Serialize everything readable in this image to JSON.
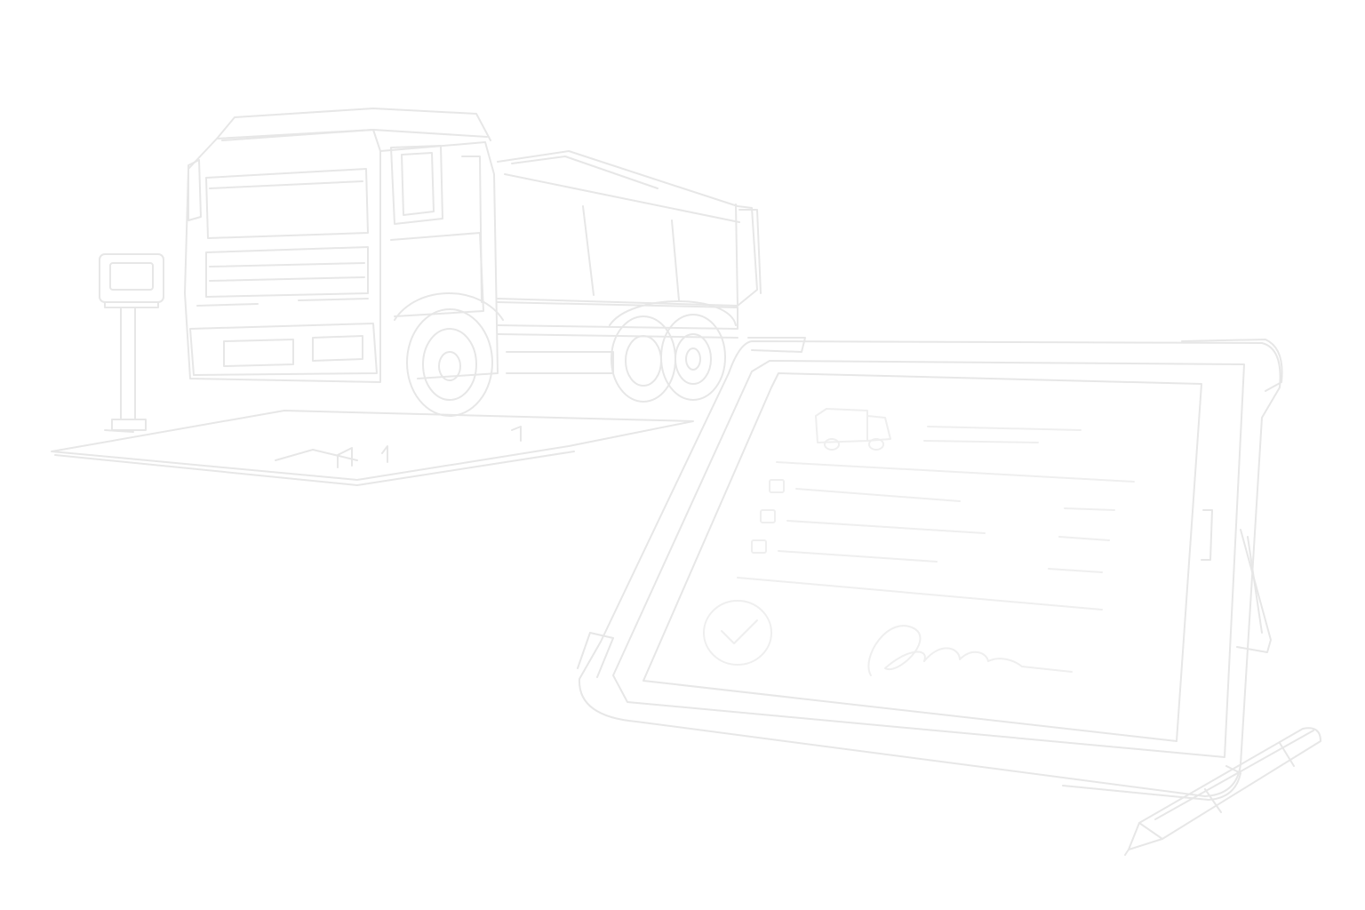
{
  "scene": {
    "background_color": "#ffffff",
    "line_color": "#e7e7e7",
    "line_color_light": "#efefef",
    "objects": [
      "dump-truck",
      "weighbridge-scale-platform",
      "scale-indicator-display",
      "rugged-tablet-with-checklist",
      "stylus-pen"
    ]
  }
}
